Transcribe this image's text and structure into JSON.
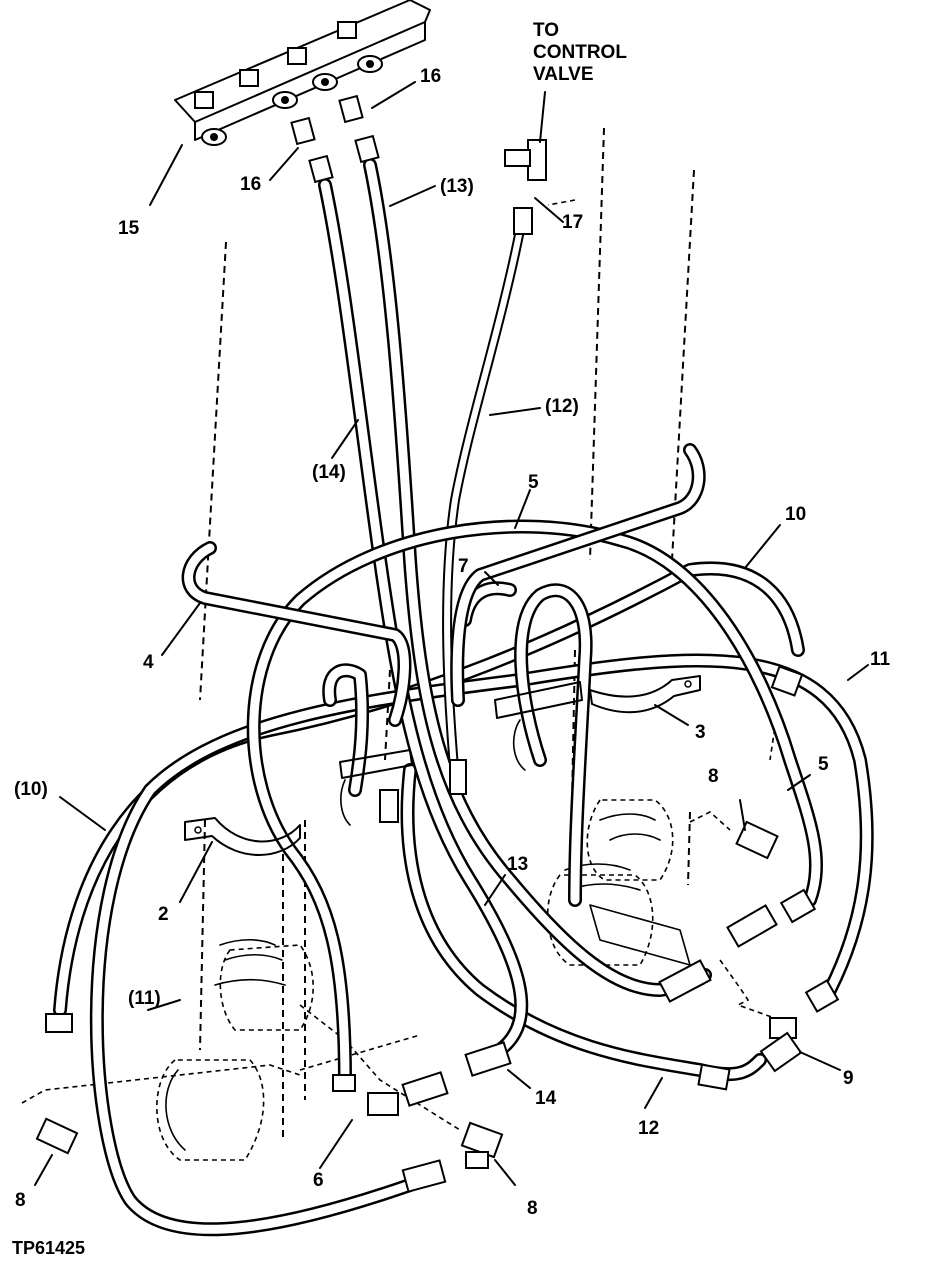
{
  "figure_id": "TP61425",
  "note": {
    "line1": "TO",
    "line2": "CONTROL",
    "line3": "VALVE"
  },
  "callouts": {
    "c15": "15",
    "c16a": "16",
    "c16b": "16",
    "c13a": "(13)",
    "c17": "17",
    "c12a": "(12)",
    "c14a": "(14)",
    "c5a": "5",
    "c10a": "10",
    "c7": "7",
    "c11a": "11",
    "c4": "4",
    "c3": "3",
    "c8a": "8",
    "c5b": "5",
    "c10b": "(10)",
    "c2": "2",
    "c13b": "13",
    "c11b": "(11)",
    "c9": "9",
    "c14b": "14",
    "c12b": "12",
    "c6": "6",
    "c8b": "8",
    "c8c": "8"
  }
}
